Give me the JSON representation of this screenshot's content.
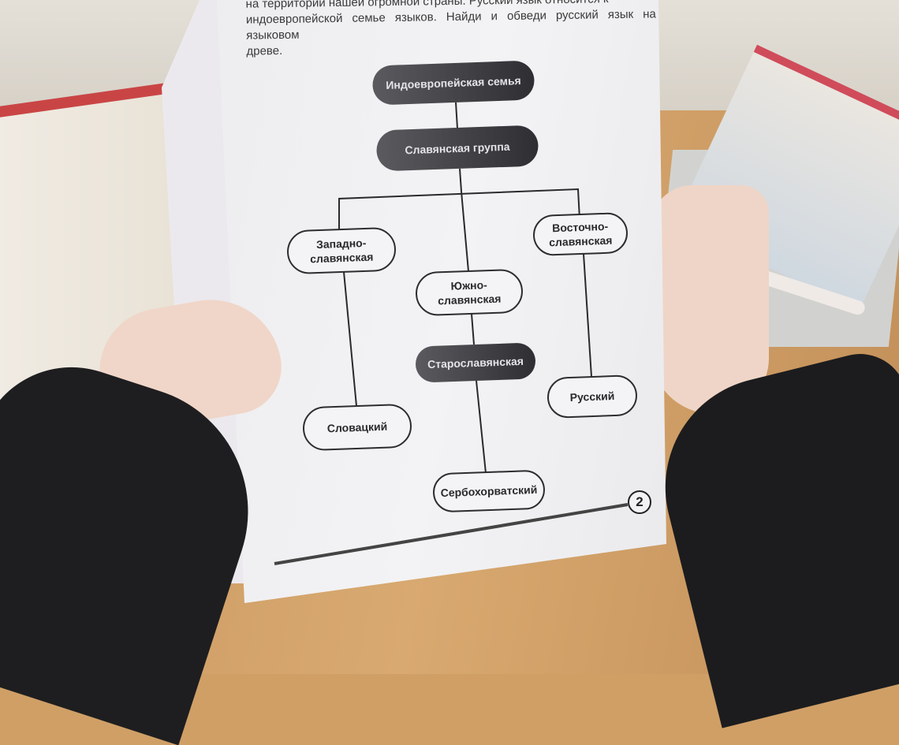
{
  "worksheet": {
    "intro_lines": [
      "на территории нашей огромной страны. Русский язык относится к",
      "индоевропейской семье языков. Найди и обведи русский язык на языковом",
      "древе."
    ],
    "tree": {
      "family": "Индоевропейская семья",
      "group": "Славянская группа",
      "west": "Западно-славянская",
      "east": "Восточно-славянская",
      "south": "Южно-славянская",
      "old_slavonic": "Старославянская",
      "russian": "Русский",
      "slovak": "Словацкий",
      "serbo_croatian": "Сербохорватский"
    },
    "page_number": "2"
  }
}
